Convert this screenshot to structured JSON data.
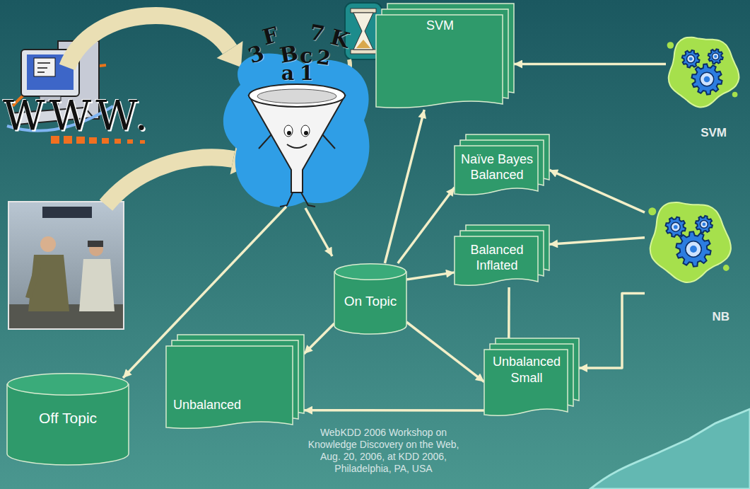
{
  "diagram": {
    "caption": "WebKDD 2006 Workshop on Knowledge Discovery on the Web, Aug. 20, 2006, at KDD 2006, Philadelphia, PA, USA",
    "nodes": [
      {
        "text": [
          "SVM"
        ]
      },
      {
        "text": [
          "SVM"
        ]
      },
      {
        "text": [
          "Naïve Bayes Balanced"
        ]
      },
      {
        "text": [
          "Balanced Inflated"
        ]
      },
      {
        "text": [
          "On Topic"
        ]
      },
      {
        "text": [
          "NB"
        ]
      },
      {
        "text": [
          "Unbalanced"
        ]
      },
      {
        "text": [
          "Unbalanced Small"
        ]
      },
      {
        "text": [
          "Off Topic"
        ]
      }
    ],
    "edges": [
      {
        "from": 4,
        "to": 0,
        "arrow": "to"
      },
      {
        "from": 4,
        "to": 2,
        "arrow": "to"
      },
      {
        "from": 4,
        "to": 3,
        "arrow": "to"
      },
      {
        "from": 4,
        "to": 7,
        "arrow": "to"
      },
      {
        "from": 4,
        "to": 6,
        "arrow": "to"
      },
      {
        "from": 7,
        "to": 6,
        "arrow": "to"
      },
      {
        "from": 1,
        "to": 0,
        "arrow": "to"
      },
      {
        "from": 5,
        "to": 2,
        "arrow": "to"
      },
      {
        "from": 5,
        "to": 3,
        "arrow": "to"
      },
      {
        "from": 5,
        "to": 7,
        "arrow": "to"
      },
      {
        "from": 3,
        "to": 7,
        "arrow": "none"
      }
    ],
    "labels": [
      "WWW.",
      "3",
      "F",
      "7",
      "K",
      "B",
      "c",
      "2",
      "a",
      "1"
    ]
  }
}
